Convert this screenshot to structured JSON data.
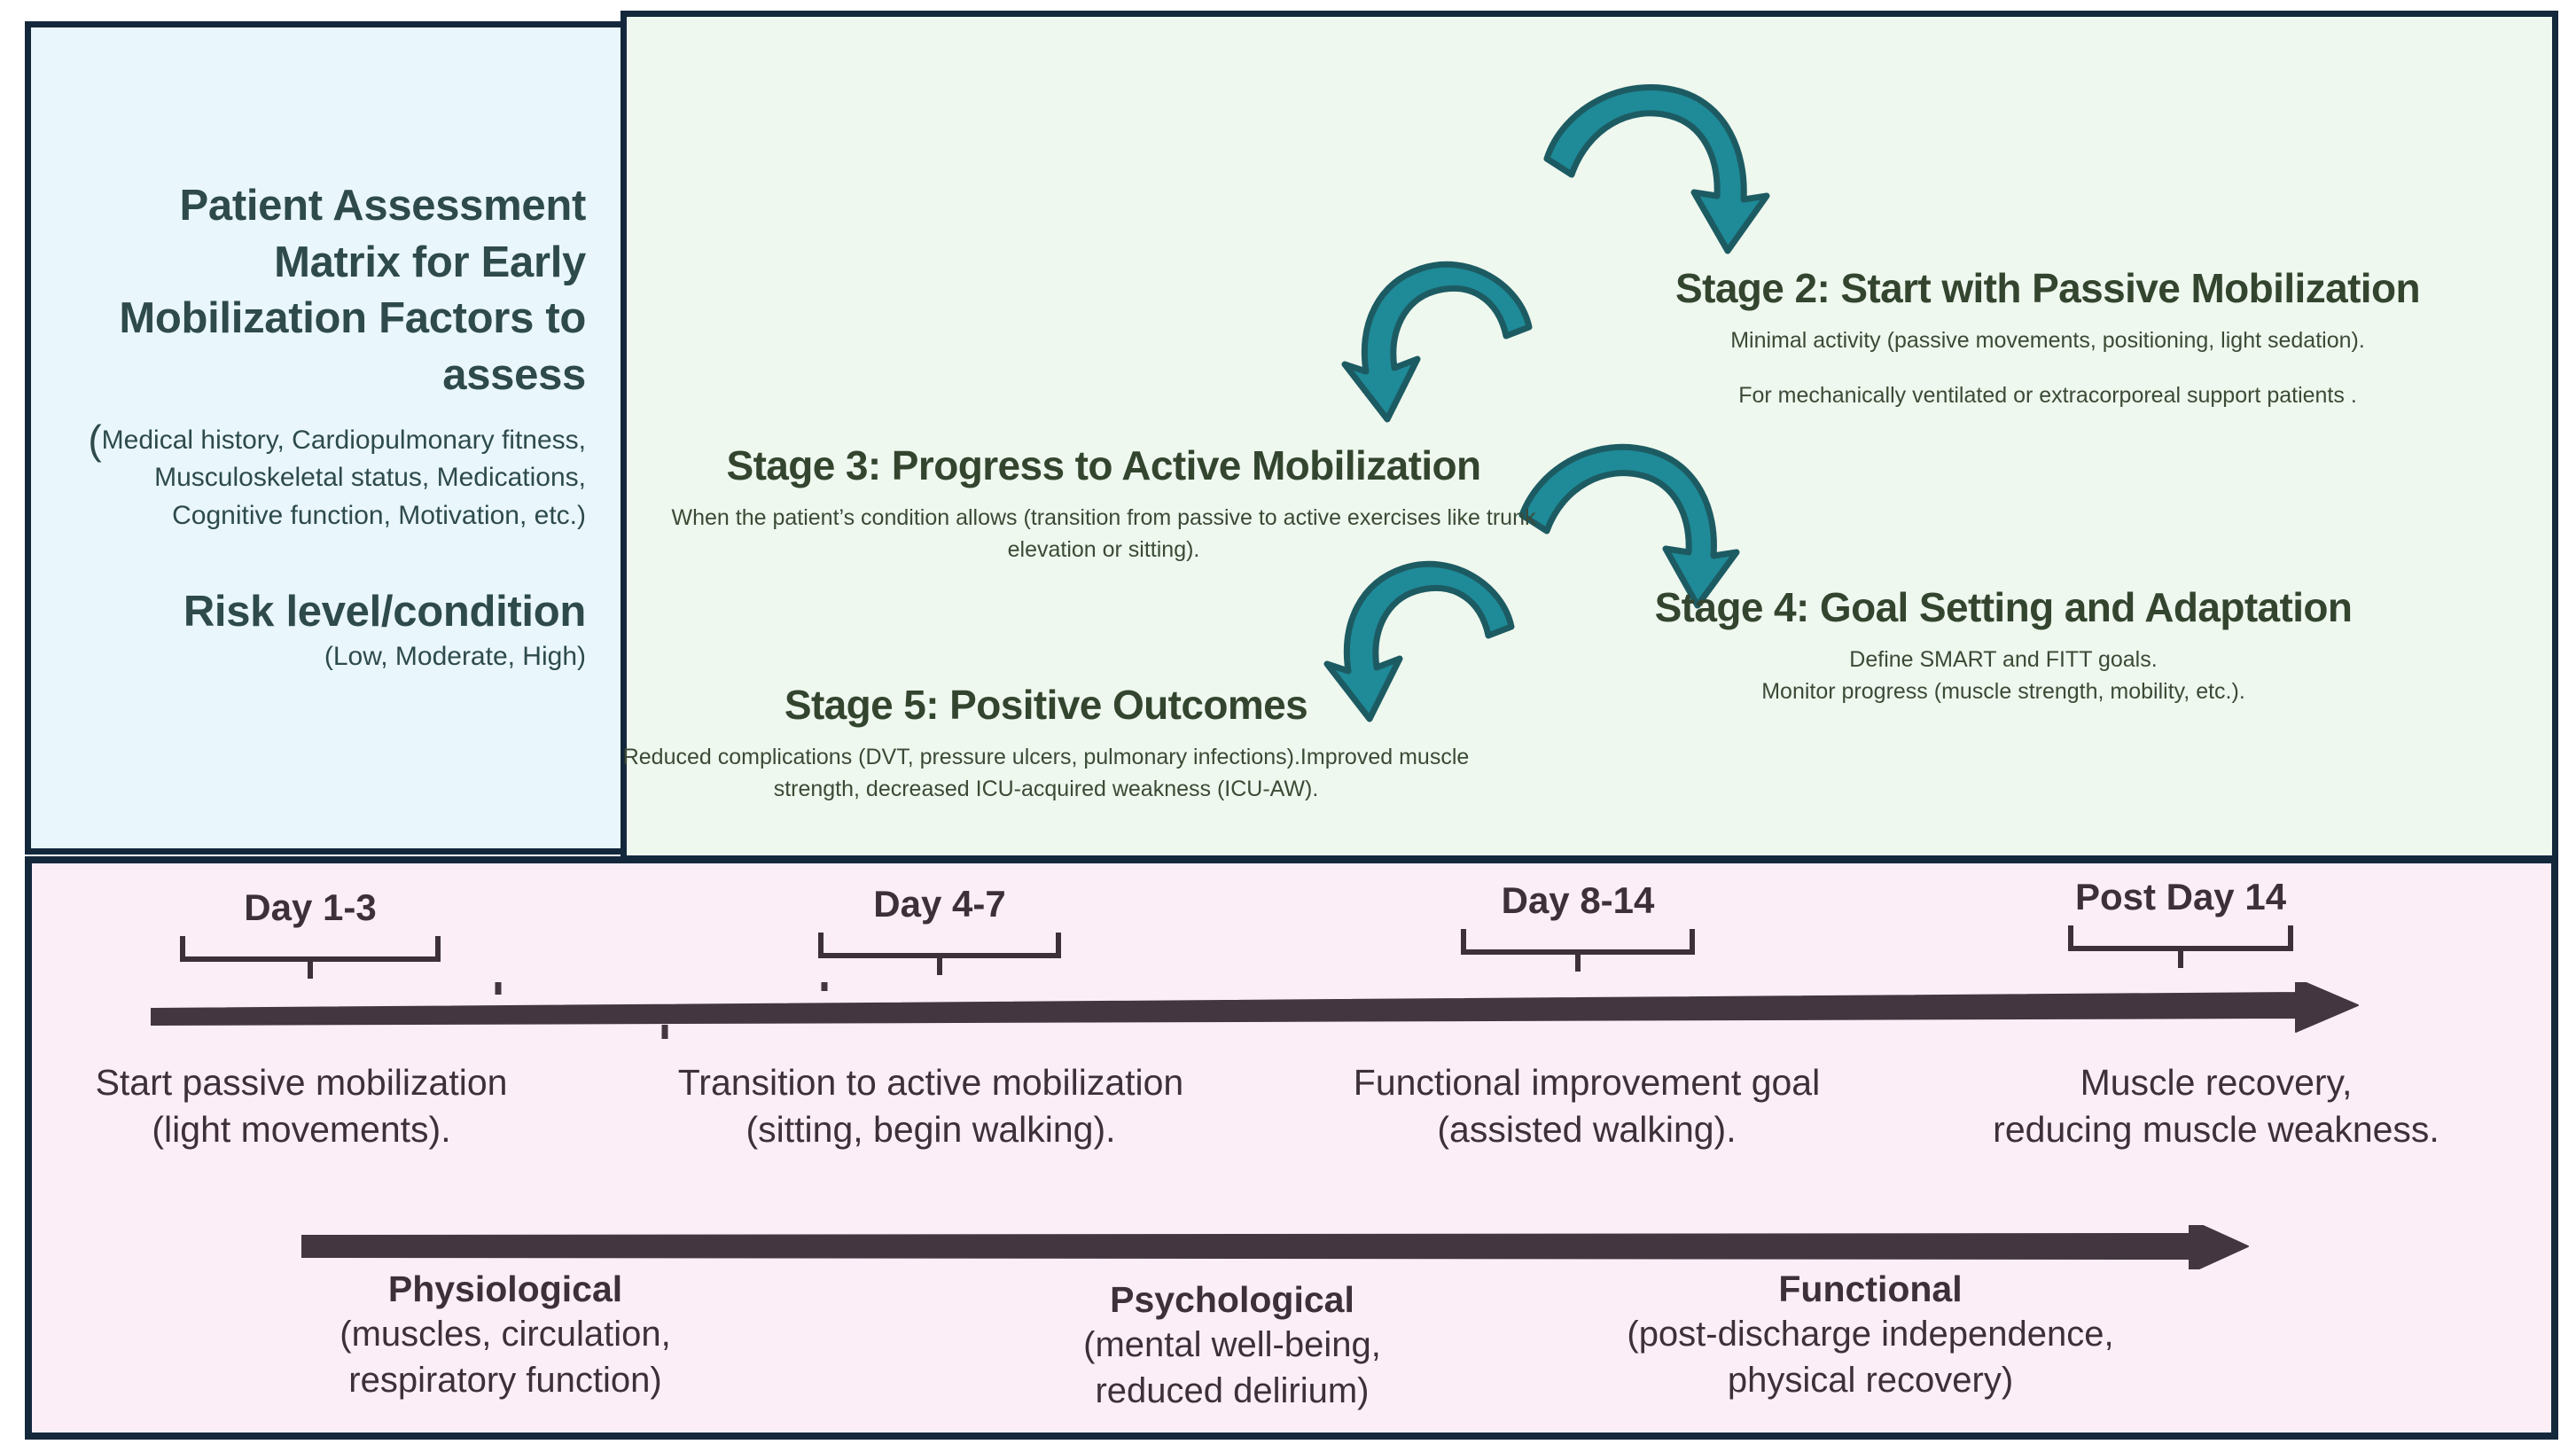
{
  "colors": {
    "assessment_bg": "#e9f7fd",
    "stages_bg": "#eff8ee",
    "timeline_bg": "#fceef7",
    "frame_border": "#14283c",
    "arrow_teal": "#1f8a98",
    "arrow_teal_outline": "#1d5b63",
    "assessment_text": "#2e4a4a",
    "stage_text": "#33452f",
    "timeline_text": "#3d3038"
  },
  "assessment": {
    "title_lines": "Patient Assessment Matrix for Early Mobilization Factors to assess",
    "open_paren": "(",
    "factors": "Medical history, Cardiopulmonary fitness, Musculoskeletal status, Medications, Cognitive function, Motivation, etc.)",
    "risk_title": "Risk level/condition",
    "risk_options": "(Low, Moderate, High)"
  },
  "stages": [
    {
      "id": "stage2",
      "title": "Stage 2: Start with Passive Mobilization",
      "desc_line1": "Minimal activity (passive movements, positioning, light sedation).",
      "desc_line2": "For mechanically ventilated or extracorporeal support patients ."
    },
    {
      "id": "stage3",
      "title": "Stage 3: Progress to Active Mobilization",
      "desc_line1": "When the patient’s condition allows (transition from passive to active exercises like trunk elevation or sitting).",
      "desc_line2": ""
    },
    {
      "id": "stage4",
      "title": "Stage 4: Goal Setting and Adaptation",
      "desc_line1": "Define SMART and FITT goals.",
      "desc_line2": "Monitor progress (muscle strength, mobility, etc.)."
    },
    {
      "id": "stage5",
      "title": "Stage 5: Positive Outcomes",
      "desc_line1": "Reduced complications (DVT, pressure ulcers, pulmonary infections).Improved muscle strength, decreased ICU-acquired weakness (ICU-AW).",
      "desc_line2": ""
    }
  ],
  "arrows": [
    {
      "name": "arrow-stage1-to-stage2",
      "direction": "curve-right-down"
    },
    {
      "name": "arrow-stage2-to-stage3",
      "direction": "curve-left-down"
    },
    {
      "name": "arrow-stage3-to-stage4",
      "direction": "curve-right-down"
    },
    {
      "name": "arrow-stage4-to-stage5",
      "direction": "curve-left-down"
    }
  ],
  "timeline": {
    "periods": [
      {
        "label": "Day 1-3",
        "description_line1": "Start passive mobilization",
        "description_line2": "(light movements)."
      },
      {
        "label": "Day 4-7",
        "description_line1": "Transition to active mobilization",
        "description_line2": "(sitting, begin walking)."
      },
      {
        "label": "Day 8-14",
        "description_line1": "Functional improvement goal",
        "description_line2": "(assisted walking)."
      },
      {
        "label": "Post Day 14",
        "description_line1": "Muscle recovery,",
        "description_line2": "reducing muscle weakness."
      }
    ],
    "domains": [
      {
        "title": "Physiological",
        "sub_line1": "(muscles, circulation,",
        "sub_line2": "respiratory function)"
      },
      {
        "title": "Psychological",
        "sub_line1": "(mental well-being,",
        "sub_line2": "reduced delirium)"
      },
      {
        "title": "Functional",
        "sub_line1": "(post-discharge independence,",
        "sub_line2": "physical recovery)"
      }
    ]
  }
}
